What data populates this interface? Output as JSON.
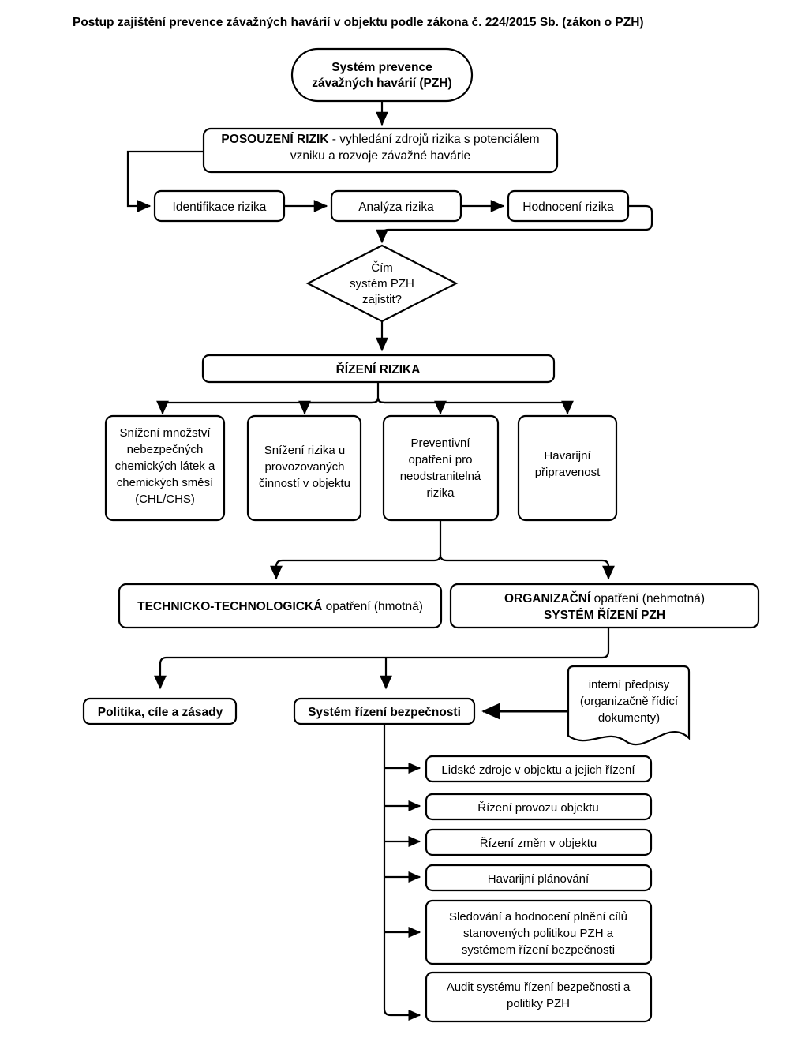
{
  "page": {
    "title": "Postup zajištění prevence závažných havárií v objektu podle zákona č. 224/2015 Sb. (zákon o PZH)"
  },
  "nodes": {
    "start": {
      "shape": "rounded-terminator",
      "line1": "Systém prevence",
      "line2": "závažných havárií (PZH)"
    },
    "assessment": {
      "shape": "rounded-rect",
      "bold_part": "POSOUZENÍ RIZIK",
      "rest_part": " - vyhledání zdrojů rizika s potenciálem",
      "line2": "vzniku a rozvoje závažné havárie"
    },
    "risk_steps": [
      {
        "label": "Identifikace rizika"
      },
      {
        "label": "Analýza rizika"
      },
      {
        "label": "Hodnocení rizika"
      }
    ],
    "decision": {
      "shape": "diamond",
      "line1": "Čím",
      "line2": "systém PZH",
      "line3": "zajistit?"
    },
    "risk_management": {
      "shape": "rounded-rect",
      "label": "ŘÍZENÍ RIZIKA"
    },
    "measures": [
      {
        "lines": [
          "Snížení množství",
          "nebezpečných",
          "chemických látek a",
          "chemických směsí",
          "(CHL/CHS)"
        ]
      },
      {
        "lines": [
          "Snížení rizika u",
          "provozovaných",
          "činností v objektu"
        ]
      },
      {
        "lines": [
          "Preventivní",
          "opatření pro",
          "neodstranitelná",
          "rizika"
        ]
      },
      {
        "lines": [
          "Havarijní",
          "připravenost"
        ]
      }
    ],
    "technical": {
      "bold_part": "TECHNICKO-TECHNOLOGICKÁ",
      "rest_part": " opatření (hmotná)"
    },
    "organizational": {
      "bold_part": "ORGANIZAČNÍ",
      "rest_part": " opatření (nehmotná)",
      "line2": "SYSTÉM ŘÍZENÍ PZH"
    },
    "policy": {
      "label": "Politika, cíle a zásady"
    },
    "safety_system": {
      "label": "Systém řízení bezpečnosti"
    },
    "internal_docs": {
      "shape": "document",
      "line1": "interní předpisy",
      "line2": "(organizačně řídící",
      "line3": "dokumenty)"
    },
    "safety_items": [
      {
        "lines": [
          "Lidské zdroje v objektu a jejich řízení"
        ]
      },
      {
        "lines": [
          "Řízení provozu objektu"
        ]
      },
      {
        "lines": [
          "Řízení změn v objektu"
        ]
      },
      {
        "lines": [
          "Havarijní plánování"
        ]
      },
      {
        "lines": [
          "Sledování a hodnocení plnění cílů",
          "stanovených politikou PZH a",
          "systémem řízení bezpečnosti"
        ]
      },
      {
        "lines": [
          "Audit systému řízení bezpečnosti a",
          "politiky PZH"
        ]
      }
    ]
  },
  "colors": {
    "stroke": "#000000",
    "fill": "#ffffff",
    "text": "#000000"
  }
}
